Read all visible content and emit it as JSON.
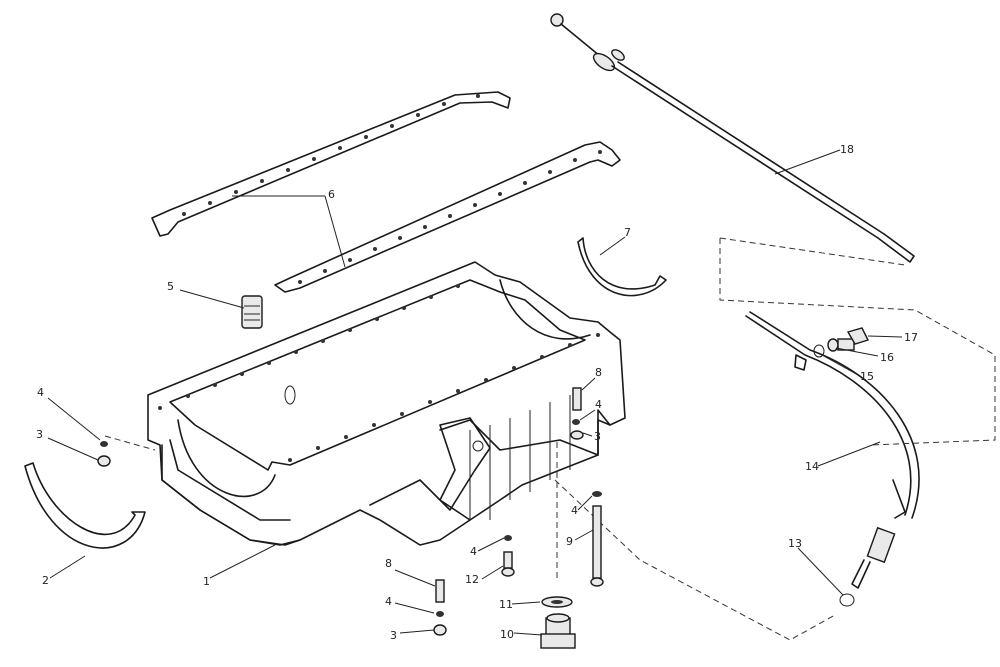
{
  "callouts": {
    "c1": "1",
    "c2": "2",
    "c3a": "3",
    "c3b": "3",
    "c3c": "3",
    "c4a": "4",
    "c4b": "4",
    "c4c": "4",
    "c4d": "4",
    "c4e": "4",
    "c5": "5",
    "c6": "6",
    "c7": "7",
    "c8a": "8",
    "c8b": "8",
    "c9": "9",
    "c10": "10",
    "c11": "11",
    "c12": "12",
    "c13": "13",
    "c14": "14",
    "c15": "15",
    "c16": "16",
    "c17": "17",
    "c18": "18"
  }
}
